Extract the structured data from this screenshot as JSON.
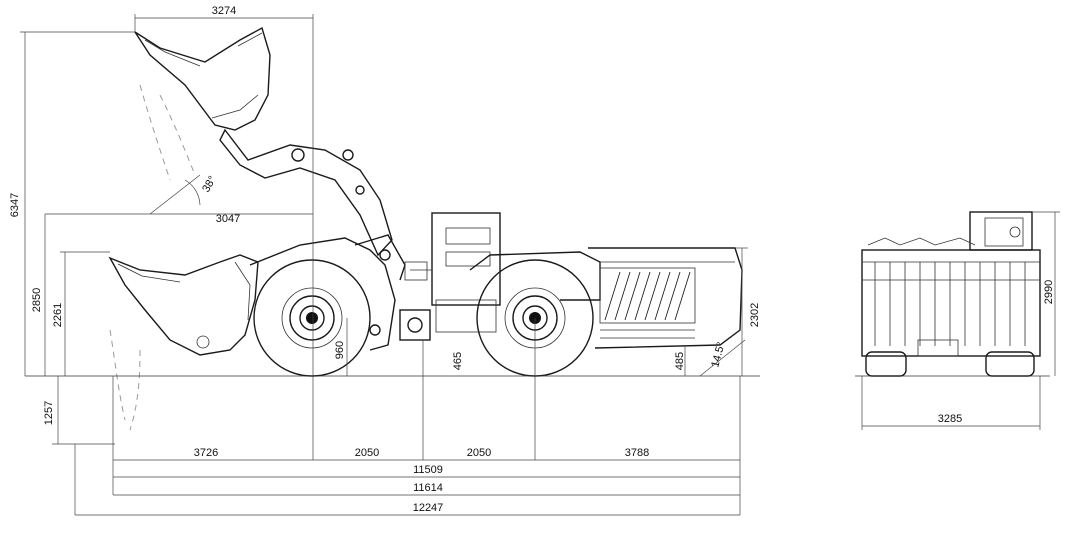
{
  "side_view": {
    "dims": {
      "top_width": "3274",
      "overall_height": "6347",
      "reach": "3047",
      "dump_angle": "38°",
      "height_2850": "2850",
      "height_2261": "2261",
      "depth_1257": "1257",
      "wheel_radius": "960",
      "clearance_front": "465",
      "clearance_rear": "485",
      "departure_angle": "14.5°",
      "rear_height": "2302",
      "seg_front": "3726",
      "seg_mid1": "2050",
      "seg_mid2": "2050",
      "seg_rear": "3788",
      "len_11509": "11509",
      "len_11614": "11614",
      "len_12247": "12247"
    }
  },
  "rear_view": {
    "dims": {
      "height": "2990",
      "width": "3285"
    }
  }
}
